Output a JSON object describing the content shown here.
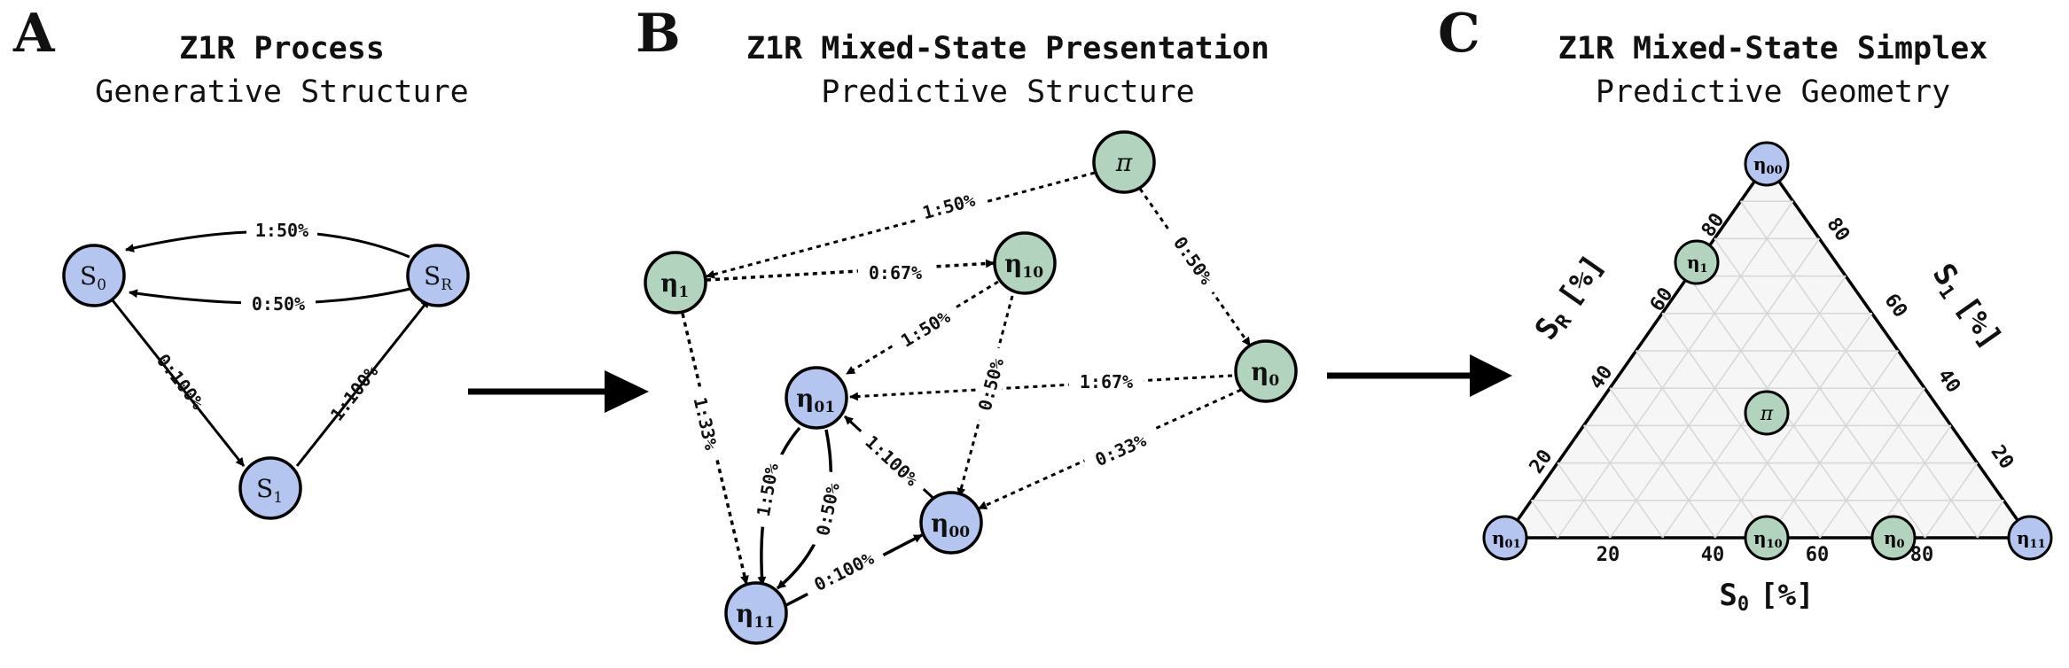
{
  "panels": {
    "a": {
      "letter": "A",
      "title": "Z1R Process",
      "subtitle": "Generative Structure"
    },
    "b": {
      "letter": "B",
      "title": "Z1R Mixed-State Presentation",
      "subtitle": "Predictive Structure"
    },
    "c": {
      "letter": "C",
      "title": "Z1R Mixed-State Simplex",
      "subtitle": "Predictive Geometry"
    }
  },
  "colors": {
    "blue_state": "#b4c6ef",
    "green_state": "#b2d4bf",
    "edge": "#000000",
    "grid": "#d6d6d6",
    "simplex_fill": "#f6f6f6"
  },
  "generative": {
    "nodes": [
      {
        "id": "S0",
        "main": "S",
        "sub": "0"
      },
      {
        "id": "SR",
        "main": "S",
        "sub": "R"
      },
      {
        "id": "S1",
        "main": "S",
        "sub": "1"
      }
    ],
    "edges": [
      {
        "label": "1:50%"
      },
      {
        "label": "0:50%"
      },
      {
        "label": "0:100%"
      },
      {
        "label": "1:100%"
      }
    ]
  },
  "mixed_state": {
    "nodes": [
      {
        "id": "pi",
        "main": "π",
        "sub": ""
      },
      {
        "id": "e1",
        "main": "η",
        "sub": "1"
      },
      {
        "id": "e10",
        "main": "η",
        "sub": "10"
      },
      {
        "id": "e0",
        "main": "η",
        "sub": "0"
      },
      {
        "id": "e01",
        "main": "η",
        "sub": "01"
      },
      {
        "id": "e00",
        "main": "η",
        "sub": "00"
      },
      {
        "id": "e11",
        "main": "η",
        "sub": "11"
      }
    ],
    "edges": [
      {
        "label": "1:50%"
      },
      {
        "label": "0:50%"
      },
      {
        "label": "0:67%"
      },
      {
        "label": "1:33%"
      },
      {
        "label": "1:50%"
      },
      {
        "label": "0:50%"
      },
      {
        "label": "1:67%"
      },
      {
        "label": "0:33%"
      },
      {
        "label": "1:100%"
      },
      {
        "label": "1:50%"
      },
      {
        "label": "0:50%"
      },
      {
        "label": "0:100%"
      }
    ]
  },
  "simplex": {
    "axis_bottom": {
      "main": "S",
      "sub": "0",
      "unit": "[%]"
    },
    "axis_left": {
      "main": "S",
      "sub": "R",
      "unit": "[%]"
    },
    "axis_right": {
      "main": "S",
      "sub": "1",
      "unit": "[%]"
    },
    "ticks": [
      "20",
      "40",
      "60",
      "80"
    ],
    "points": [
      {
        "main": "η",
        "sub": "00"
      },
      {
        "main": "η",
        "sub": "01"
      },
      {
        "main": "η",
        "sub": "11"
      },
      {
        "main": "η",
        "sub": "1"
      },
      {
        "main": "π",
        "sub": ""
      },
      {
        "main": "η",
        "sub": "10"
      },
      {
        "main": "η",
        "sub": "0"
      }
    ]
  }
}
